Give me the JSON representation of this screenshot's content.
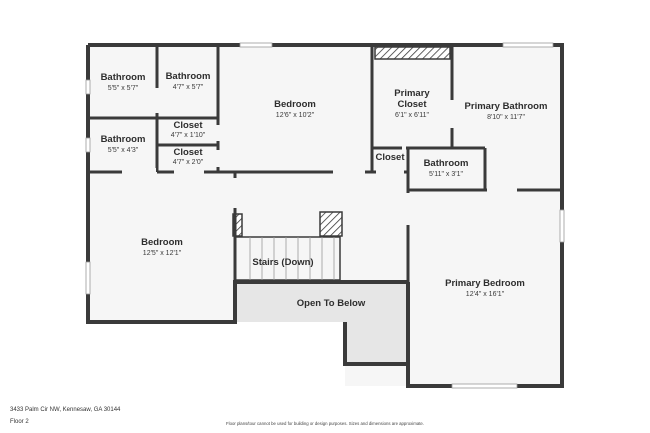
{
  "colors": {
    "wall": "#3a3a3a",
    "floor": "#f6f6f6",
    "open_area": "#e6e6e6",
    "window": "#cfcfcf"
  },
  "rooms": {
    "bathroom_1": {
      "name": "Bathroom",
      "dim": "5'5\" x 5'7\""
    },
    "bathroom_2": {
      "name": "Bathroom",
      "dim": "4'7\" x 5'7\""
    },
    "bedroom_1": {
      "name": "Bedroom",
      "dim": "12'6\" x 10'2\""
    },
    "primary_closet": {
      "name1": "Primary",
      "name2": "Closet",
      "dim": "6'1\" x 6'11\""
    },
    "primary_bathroom": {
      "name": "Primary Bathroom",
      "dim": "8'10\" x 11'7\""
    },
    "closet_1": {
      "name": "Closet",
      "dim": "4'7\" x 1'10\""
    },
    "closet_2": {
      "name": "Closet",
      "dim": "4'7\" x 2'0\""
    },
    "bathroom_3": {
      "name": "Bathroom",
      "dim": "5'5\" x 4'3\""
    },
    "closet_3": {
      "name": "Closet"
    },
    "bathroom_4": {
      "name": "Bathroom",
      "dim": "5'11\" x 3'1\""
    },
    "bedroom_2": {
      "name": "Bedroom",
      "dim": "12'5\" x 12'1\""
    },
    "stairs": {
      "name": "Stairs (Down)"
    },
    "open_to_below": {
      "name": "Open To Below"
    },
    "primary_bedroom": {
      "name": "Primary Bedroom",
      "dim": "12'4\" x 16'1\""
    }
  },
  "footer": {
    "address": "3433 Palm Cir NW, Kennesaw, GA 30144",
    "floor": "Floor 2",
    "disclaimer": "Floor plans/tour cannot be used for building or design purposes. Sizes and dimensions are approximate."
  }
}
